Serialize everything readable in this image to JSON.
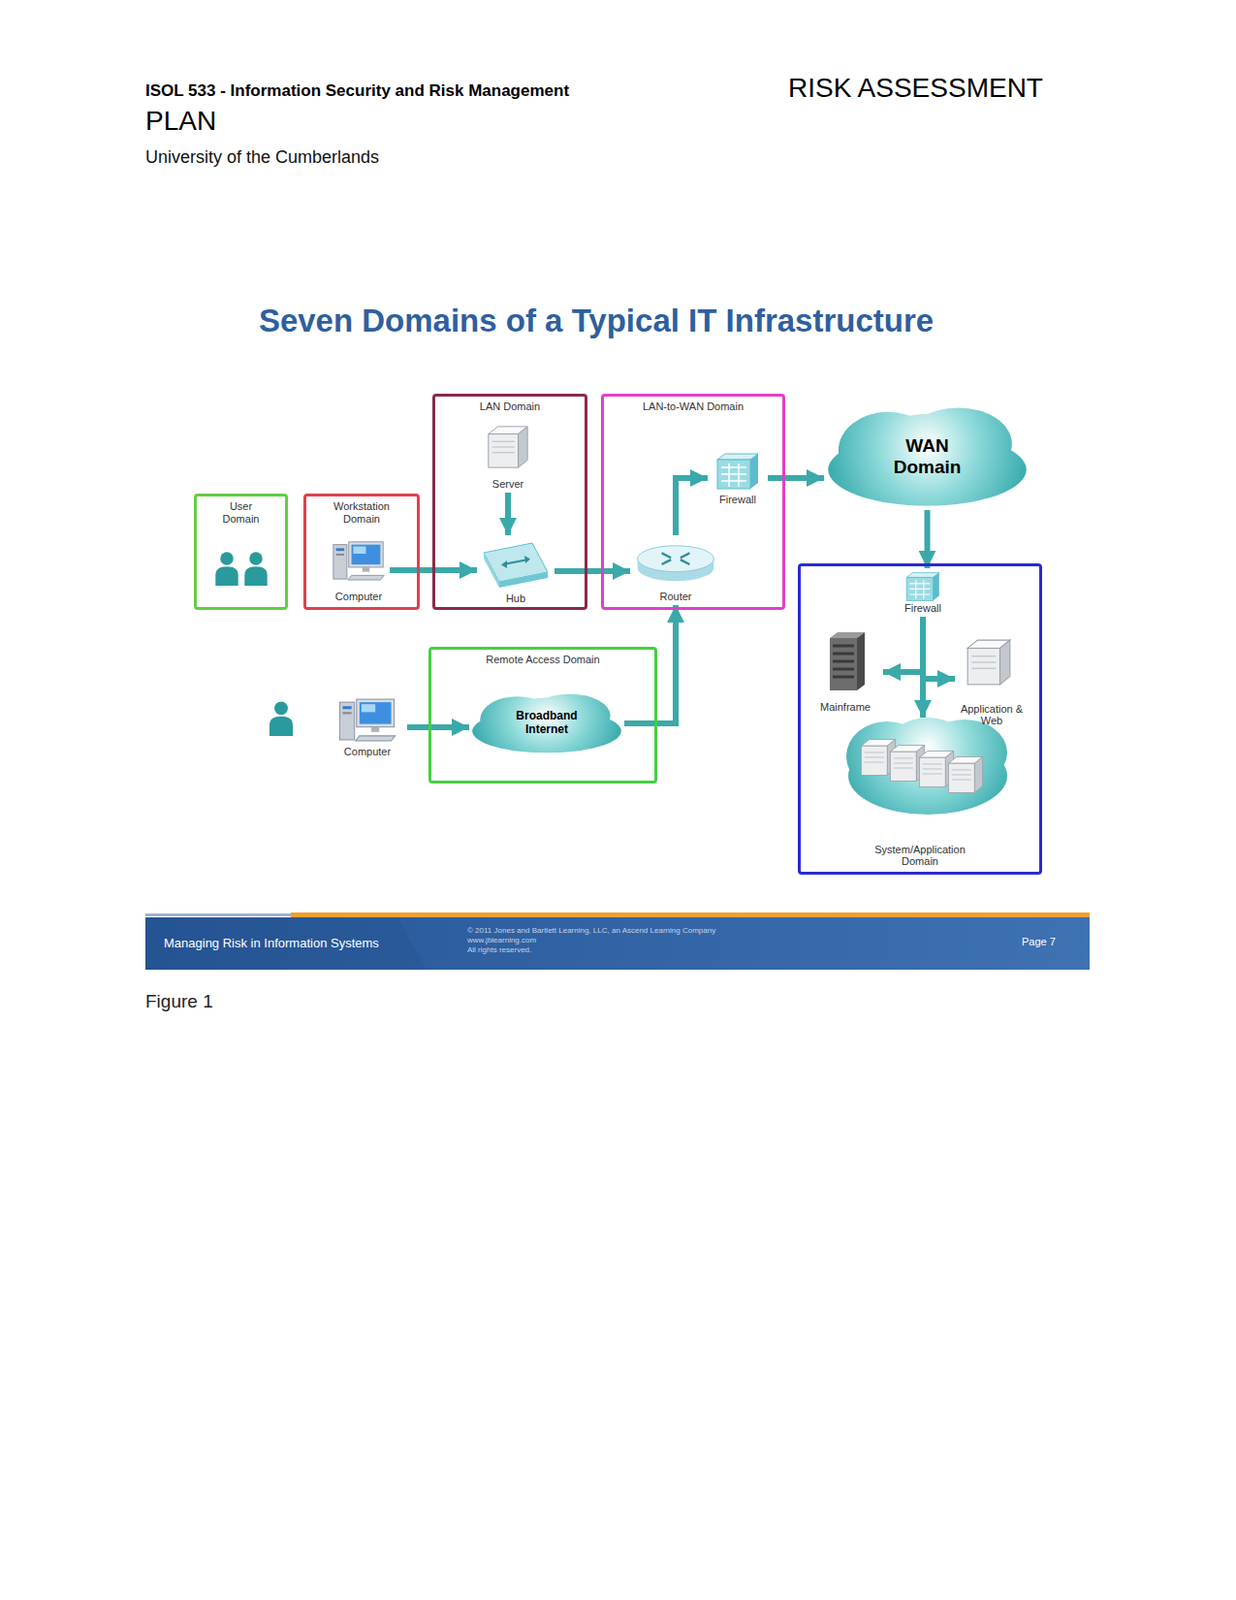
{
  "diagram": {
    "title": "Seven Domains of a Typical IT Infrastructure",
    "caption": "Figure 1",
    "nodes": [
      {
        "text": [
          "User Domain"
        ]
      },
      {
        "text": [
          "Workstation Domain"
        ]
      },
      {
        "text": [
          "Computer"
        ],
        "in": 1
      },
      {
        "text": [
          "LAN Domain"
        ]
      },
      {
        "text": [
          "Server"
        ],
        "in": 3
      },
      {
        "text": [
          "Hub"
        ],
        "in": 3
      },
      {
        "text": [
          "LAN-to-WAN Domain"
        ]
      },
      {
        "text": [
          "Firewall"
        ],
        "in": 6
      },
      {
        "text": [
          "Router"
        ],
        "in": 6
      },
      {
        "text": [
          "WAN Domain"
        ]
      },
      {
        "text": [
          "System/Application Domain"
        ]
      },
      {
        "text": [
          "Firewall"
        ],
        "in": 10
      },
      {
        "text": [
          "Mainframe"
        ],
        "in": 10
      },
      {
        "text": [
          "Application & Web"
        ],
        "in": 10
      },
      {
        "text": [
          "Remote Access Domain"
        ]
      },
      {
        "text": [
          "Broadband Internet"
        ],
        "in": 14
      },
      {
        "text": [
          "Computer"
        ]
      }
    ],
    "edges": [
      {
        "from": 2,
        "to": 5,
        "arrow": "to"
      },
      {
        "from": 4,
        "to": 5,
        "arrow": "to"
      },
      {
        "from": 5,
        "to": 8,
        "arrow": "to"
      },
      {
        "from": 8,
        "to": 7,
        "arrow": "to"
      },
      {
        "from": 7,
        "to": 9,
        "arrow": "to"
      },
      {
        "from": 9,
        "to": 11,
        "arrow": "to"
      },
      {
        "from": 11,
        "to": 12,
        "arrow": "to"
      },
      {
        "from": 11,
        "to": 13,
        "arrow": "to"
      },
      {
        "from": 16,
        "to": 15,
        "arrow": "to"
      },
      {
        "from": 15,
        "to": 8,
        "arrow": "to"
      }
    ],
    "labels": [
      "ISOL 533 - Information Security and Risk Management",
      "RISK ASSESSMENT PLAN",
      "University of the Cumberlands",
      "Managing Risk in Information Systems",
      "© 2011 Jones and Bartlett Learning, LLC, an Ascend Learning Company",
      "www.jblearning.com",
      "All rights reserved.",
      "Page 7"
    ]
  }
}
